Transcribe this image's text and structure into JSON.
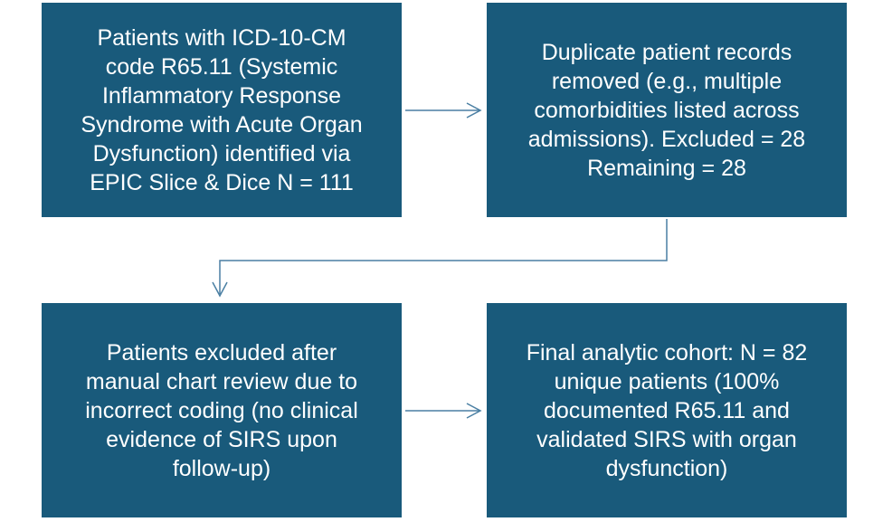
{
  "boxes": [
    {
      "id": "identified",
      "lines": [
        "Patients with ICD-10-CM",
        "code R65.11 (Systemic",
        "Inflammatory Response",
        "Syndrome with Acute Organ",
        "Dysfunction) identified via",
        "EPIC Slice & Dice N = 111"
      ]
    },
    {
      "id": "duplicates",
      "lines": [
        "Duplicate patient records",
        "removed (e.g., multiple",
        "comorbidities listed across",
        "admissions). Excluded = 28",
        "Remaining = 28"
      ]
    },
    {
      "id": "manual-review",
      "lines": [
        "Patients excluded after",
        "manual chart review due to",
        "incorrect coding (no clinical",
        "evidence of SIRS upon",
        "follow-up)"
      ]
    },
    {
      "id": "final-cohort",
      "lines": [
        "Final analytic cohort: N = 82",
        "unique patients (100%",
        "documented R65.11 and",
        "validated SIRS with organ",
        "dysfunction)"
      ]
    }
  ],
  "colors": {
    "box_fill": "#195a7b",
    "box_text": "#ffffff",
    "connector": "#4a7fa3",
    "background": "#ffffff"
  }
}
